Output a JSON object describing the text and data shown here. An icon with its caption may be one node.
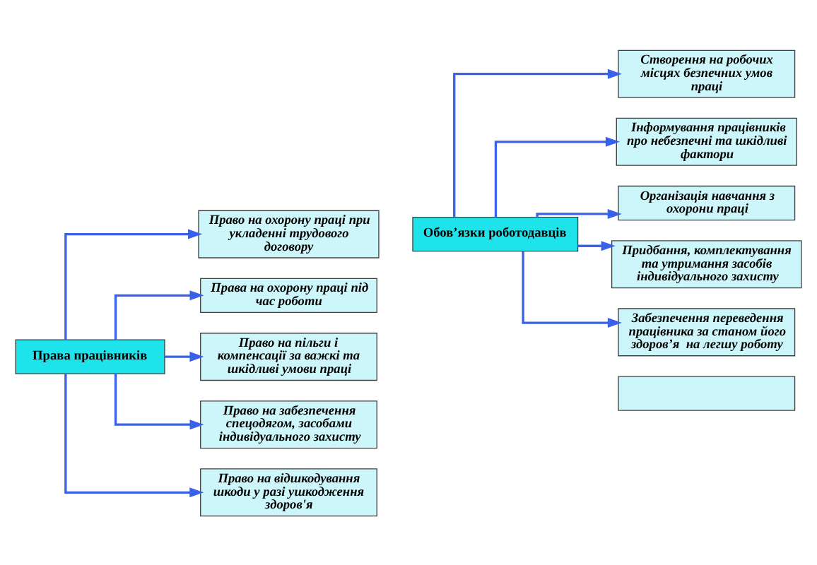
{
  "diagram": {
    "nodes": [
      {
        "text": [
          "Права працівників"
        ]
      },
      {
        "text": [
          "Право на охорону праці при укладенні трудового договору"
        ]
      },
      {
        "text": [
          "Права на охорону праці під час роботи"
        ]
      },
      {
        "text": [
          "Право на пільги і компенсації за важкі та шкідливі умови праці"
        ]
      },
      {
        "text": [
          "Право на забезпечення спецодягом, засобами індивідуального захисту"
        ]
      },
      {
        "text": [
          "Право на відшкодування шкоди у разі ушкодження здоров'я"
        ]
      },
      {
        "text": [
          "Обов’язки роботодавців"
        ]
      },
      {
        "text": [
          "Створення на робочих місцях безпечних умов праці"
        ]
      },
      {
        "text": [
          "Інформування працівників про небезпечні та шкідливі фактори"
        ]
      },
      {
        "text": [
          "Організація навчання з охорони праці"
        ]
      },
      {
        "text": [
          "Придбання, комплектування та утримання засобів індивідуального захисту"
        ]
      },
      {
        "text": [
          "Забезпечення переведення працівника за станом його здоров’я  на легшу роботу"
        ]
      },
      {
        "text": [],
        "shape": "box"
      }
    ],
    "edges": [
      {
        "from": 0,
        "to": 1,
        "arrow": "to"
      },
      {
        "from": 0,
        "to": 2,
        "arrow": "to"
      },
      {
        "from": 0,
        "to": 3,
        "arrow": "to"
      },
      {
        "from": 0,
        "to": 4,
        "arrow": "to"
      },
      {
        "from": 0,
        "to": 5,
        "arrow": "to"
      },
      {
        "from": 6,
        "to": 7,
        "arrow": "to"
      },
      {
        "from": 6,
        "to": 8,
        "arrow": "to"
      },
      {
        "from": 6,
        "to": 9,
        "arrow": "to"
      },
      {
        "from": 6,
        "to": 10,
        "arrow": "to"
      },
      {
        "from": 6,
        "to": 11,
        "arrow": "to"
      }
    ]
  }
}
